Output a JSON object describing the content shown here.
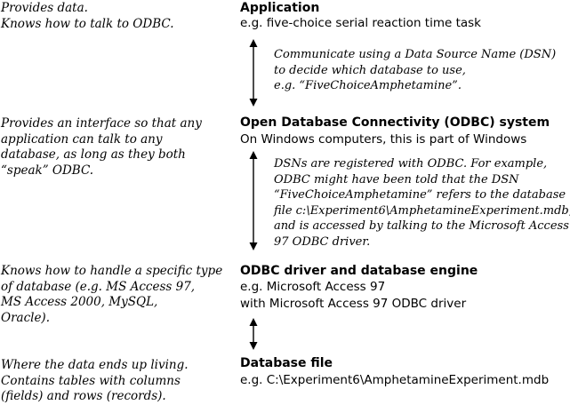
{
  "layers": [
    {
      "description": [
        "Provides data.",
        "Knows how to talk to ODBC."
      ],
      "title": "Application",
      "detail": [
        "e.g. five-choice serial reaction time task"
      ]
    },
    {
      "description": [
        "Provides an interface so that any",
        "application can talk to any",
        "database, as long as they both",
        "“speak” ODBC."
      ],
      "title": "Open Database Connectivity (ODBC) system",
      "detail": [
        "On Windows computers, this is part of Windows"
      ]
    },
    {
      "description": [
        "Knows how to handle a specific type",
        "of database (e.g. MS Access 97,",
        "MS Access 2000, MySQL,",
        "Oracle)."
      ],
      "title": "ODBC driver and database engine",
      "detail": [
        "e.g. Microsoft Access 97",
        "with Microsoft Access 97 ODBC driver"
      ]
    },
    {
      "description": [
        "Where the data ends up living.",
        "Contains tables with columns",
        "(fields) and rows (records)."
      ],
      "title": "Database file",
      "detail": [
        "e.g. C:\\Experiment6\\AmphetamineExperiment.mdb"
      ]
    }
  ],
  "connectors": [
    {
      "note": [
        "Communicate using a Data Source Name (DSN)",
        "to decide which database to use,",
        "e.g. “FiveChoiceAmphetamine”."
      ]
    },
    {
      "note": [
        "DSNs are registered with ODBC. For example,",
        "ODBC might have been told that the DSN",
        "“FiveChoiceAmphetamine” refers to the database",
        "file c:\\Experiment6\\AmphetamineExperiment.mdb,",
        "and is accessed by talking to the Microsoft Access",
        "97 ODBC driver."
      ]
    },
    {
      "note": []
    }
  ]
}
